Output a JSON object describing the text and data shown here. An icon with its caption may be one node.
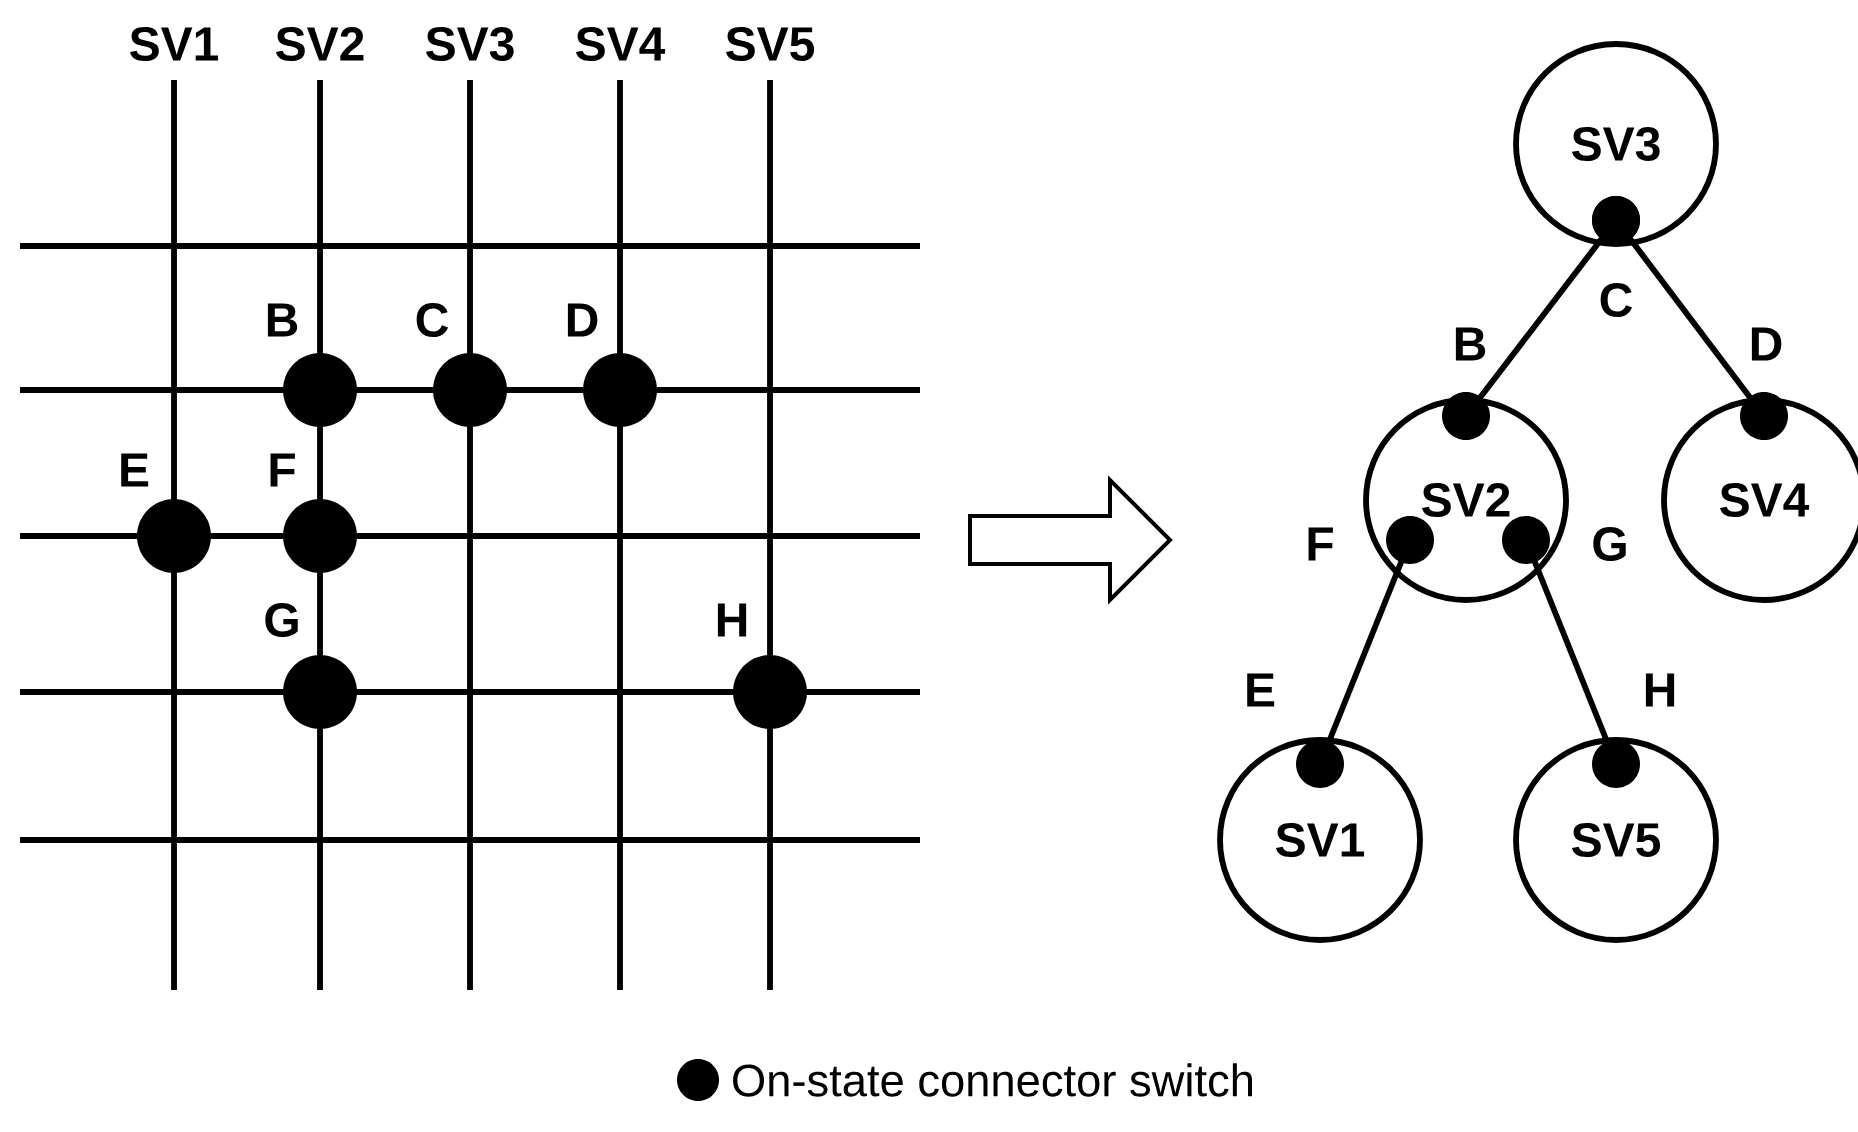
{
  "diagram": {
    "nodes": [
      {
        "text": [
          "SV3"
        ]
      },
      {
        "text": [
          "SV2"
        ]
      },
      {
        "text": [
          "SV4"
        ]
      },
      {
        "text": [
          "SV1"
        ]
      },
      {
        "text": [
          "SV5"
        ]
      }
    ],
    "edges": [
      {
        "from": 0,
        "to": 1,
        "arrow": "other",
        "label": "B"
      },
      {
        "from": 0,
        "to": 2,
        "arrow": "other",
        "label": "D"
      },
      {
        "from": 1,
        "to": 3,
        "arrow": "other",
        "label": "E"
      },
      {
        "from": 1,
        "to": 4,
        "arrow": "other",
        "label": "H"
      }
    ],
    "labels": [
      "SV1",
      "SV2",
      "SV3",
      "SV4",
      "SV5",
      "B",
      "C",
      "D",
      "E",
      "F",
      "G",
      "H",
      "C",
      "F",
      "G"
    ],
    "legend": [
      {
        "text": "On-state connector switch",
        "color": "#000000"
      }
    ]
  }
}
